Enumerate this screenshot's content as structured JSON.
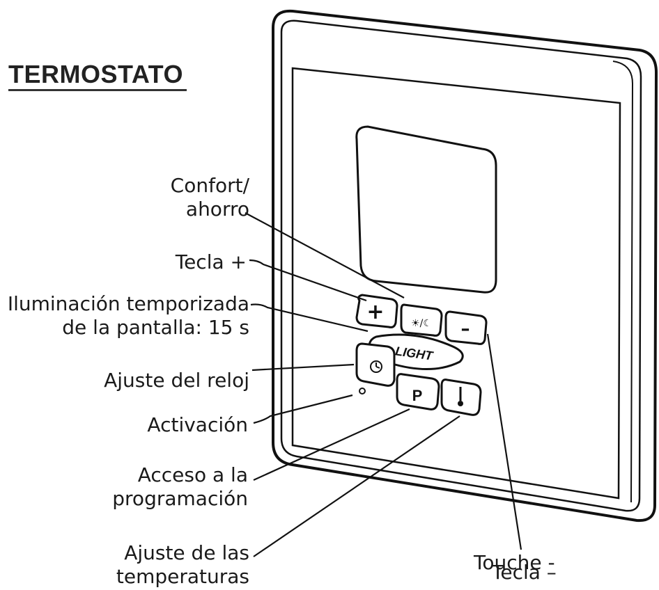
{
  "title": "TERMOSTATO",
  "buttons": {
    "plus": "+",
    "mode": "☀/☾",
    "minus": "–",
    "light": "LIGHT",
    "prog": "P"
  },
  "labels": {
    "confort_line1": "Confort/",
    "confort_line2": "ahorro",
    "tecla_plus": "Tecla +",
    "ilum_line1": "Iluminación temporizada",
    "ilum_line2": "de la pantalla: 15 s",
    "reloj": "Ajuste del reloj",
    "activacion": "Activación",
    "prog_line1": "Acceso a la",
    "prog_line2": "programación",
    "temp_line1": "Ajuste de las",
    "temp_line2": "temperaturas",
    "touche": "Touche -",
    "tecla_minus": "Tecla –"
  }
}
